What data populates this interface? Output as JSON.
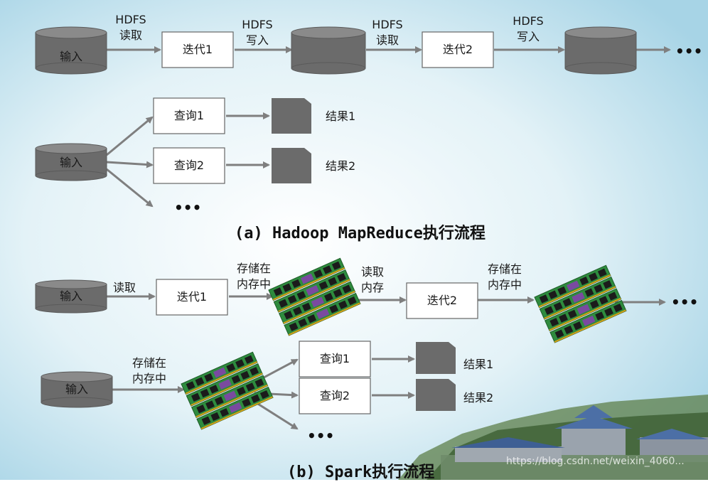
{
  "colors": {
    "background_center": "#ffffff",
    "background_edge": "#a7d4e6",
    "storage_fill": "#6b6b6b",
    "arrow": "#7f7f7f",
    "box_border": "#666666"
  },
  "hadoop": {
    "input_label": "输入",
    "iter1_label": "迭代1",
    "iter2_label": "迭代2",
    "read_1": [
      "HDFS",
      "读取"
    ],
    "write_1": [
      "HDFS",
      "写入"
    ],
    "read_2": [
      "HDFS",
      "读取"
    ],
    "write_2": [
      "HDFS",
      "写入"
    ],
    "ellipsis_top": "•••",
    "query_input_label": "输入",
    "query1_label": "查询1",
    "query2_label": "查询2",
    "result1_label": "结果1",
    "result2_label": "结果2",
    "ellipsis_bottom": "•••",
    "caption": "(a) Hadoop MapReduce执行流程"
  },
  "spark": {
    "input_label": "输入",
    "iter1_label": "迭代1",
    "iter2_label": "迭代2",
    "read_label": "读取",
    "store_1": [
      "存储在",
      "内存中"
    ],
    "read_mem": [
      "读取",
      "内存"
    ],
    "store_2": [
      "存储在",
      "内存中"
    ],
    "ellipsis_top": "•••",
    "query_input_label": "输入",
    "store_3": [
      "存储在",
      "内存中"
    ],
    "query1_label": "查询1",
    "query2_label": "查询2",
    "result1_label": "结果1",
    "result2_label": "结果2",
    "ellipsis_bottom": "•••",
    "caption": "(b) Spark执行流程"
  },
  "watermark": "https://blog.csdn.net/weixin_4060..."
}
